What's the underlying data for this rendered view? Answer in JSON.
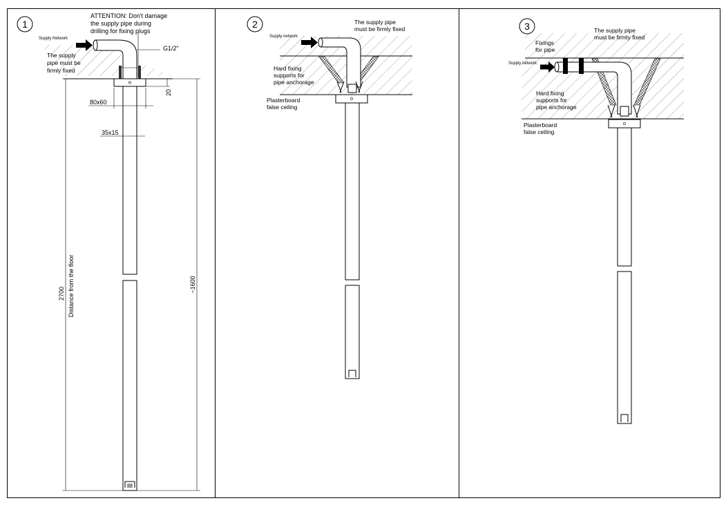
{
  "panels": [
    {
      "number": "1",
      "labels": {
        "attention": [
          "ATTENTION: Don't damage",
          "the supply pipe during",
          "drilling for fixing plugs"
        ],
        "supply_network": "Supply Network",
        "pipe_fixed": [
          "The supply",
          "pipe must be",
          "firmly fixed"
        ],
        "thread": "G1/2\"",
        "dim_plate": "80x60",
        "dim_bar": "35x15",
        "dim_20": "20",
        "dim_2700": "2700",
        "distance_floor": "Distance from the floor",
        "dim_1600": "~1600"
      }
    },
    {
      "number": "2",
      "labels": {
        "supply_network": "Supply network",
        "pipe_fixed": [
          "The supply pipe",
          "must be firmly fixed"
        ],
        "hard_fixing": [
          "Hard fixing",
          "supports for",
          "pipe anchorage"
        ],
        "plasterboard": [
          "Plasterboard",
          "false ceiling"
        ]
      }
    },
    {
      "number": "3",
      "labels": {
        "pipe_fixed": [
          "The supply pipe",
          "must be firmly fixed"
        ],
        "fixings": [
          "Fixings",
          "for pipe"
        ],
        "supply_network": "Supply network",
        "hard_fixing": [
          "Hard fixing",
          "supports for",
          "pipe anchorage"
        ],
        "plasterboard": [
          "Plasterboard",
          "false ceiling"
        ]
      }
    }
  ]
}
